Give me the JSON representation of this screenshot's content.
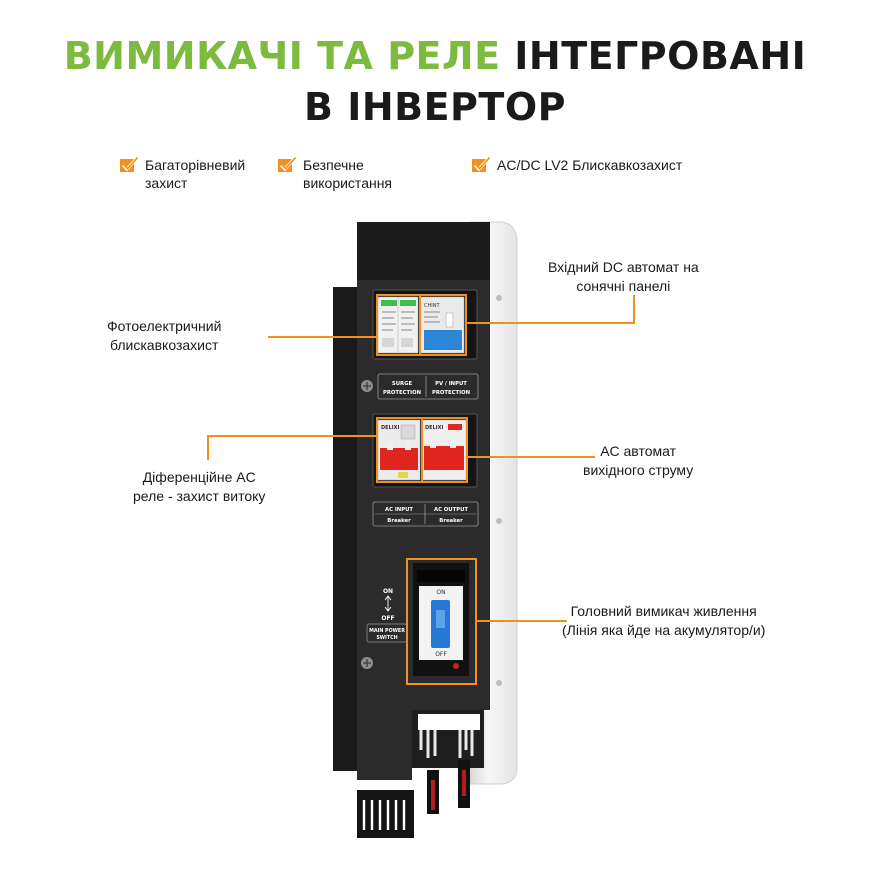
{
  "title": {
    "line1_accent": "ВИМИКАЧІ ТА РЕЛЕ",
    "line1_rest": "ІНТЕГРОВАНІ",
    "line2": "В ІНВЕРТОР"
  },
  "features": [
    {
      "icon": "checkmark-icon",
      "text": "Багаторівневий\nзахист"
    },
    {
      "icon": "checkmark-icon",
      "text": "Безпечне\nвикористання"
    },
    {
      "icon": "checkmark-icon",
      "text": "AC/DC LV2 Блискавкозахист"
    }
  ],
  "callouts": {
    "pv_surge": "Фотоелектричний\nблискавкозахист",
    "dc_breaker": "Вхідний DC автомат на\nсонячні панелі",
    "rcd": "Діференційне AC\nреле - захист витоку",
    "ac_output": "AC автомат\nвихідного струму",
    "main_switch": "Головний вимикач живлення\n(Лінія яка йде на акумулятор/и)"
  },
  "panel": {
    "surge": "SURGE",
    "surge2": "PROTECTION",
    "pvinput": "PV / INPUT",
    "pvinput2": "PROTECTION",
    "acinput": "AC INPUT",
    "acoutput": "AC OUTPUT",
    "breaker1": "Breaker",
    "breaker2": "Breaker",
    "on_side": "ON",
    "off_side": "OFF",
    "main_power": "MAIN POWER",
    "switch": "SWITCH",
    "sw_on": "ON",
    "sw_off": "OFF",
    "brand1": "DELIXI",
    "brand2": "DELIXI",
    "brand3": "CHINT"
  },
  "colors": {
    "accent_green": "#7dbb3e",
    "callout_orange": "#f0901e",
    "device_body": "#2b2b2b"
  }
}
